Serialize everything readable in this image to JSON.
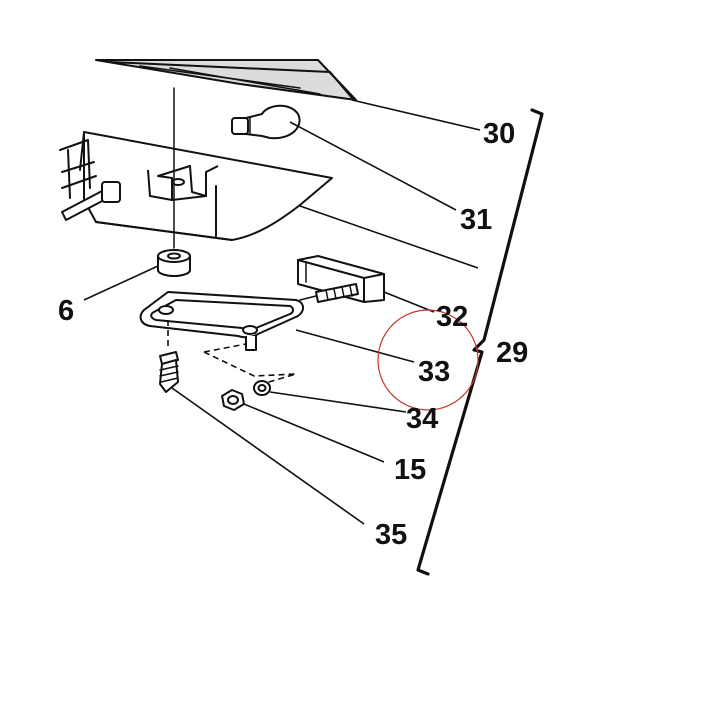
{
  "callouts": {
    "c30": "30",
    "c31": "31",
    "c6": "6",
    "c32": "32",
    "c29": "29",
    "c33": "33",
    "c34": "34",
    "c15": "15",
    "c35": "35"
  },
  "colors": {
    "line": "#111111",
    "highlight_circle": "#c0392b",
    "background": "#ffffff"
  }
}
